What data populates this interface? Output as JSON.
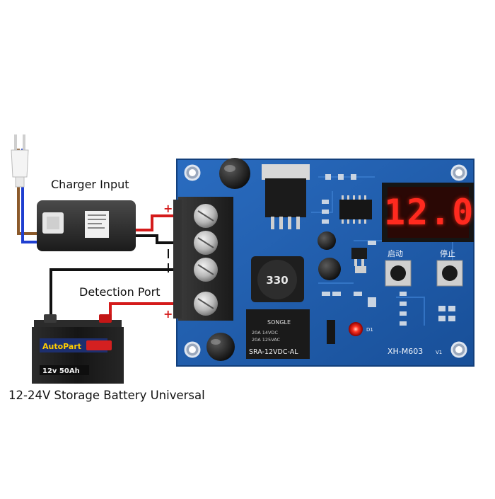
{
  "labels": {
    "charger_input": "Charger Input",
    "detection_port": "Detection Port",
    "battery": "12-24V Storage Battery Universal"
  },
  "polarity": {
    "plus_top": "+",
    "plus_bottom": "+"
  },
  "board": {
    "model": "XH-M603",
    "version": "V1",
    "display_value": "12.0",
    "btn_start": "启动",
    "btn_stop": "停止",
    "relay_brand": "SONGLE",
    "relay_model": "SRA-12VDC-AL",
    "relay_spec_1": "20A 14VDC",
    "relay_spec_2": "20A 125VAC",
    "inductor_value": "330",
    "led_label": "D1"
  },
  "battery": {
    "brand": "AutoPart",
    "spec": "12v 50Ah"
  },
  "colors": {
    "pcb": "#1f5fb0",
    "pcb_dark": "#143f7e",
    "terminal": "#2a2a2a",
    "wire_red": "#d41b1b",
    "wire_black": "#111111",
    "display_red": "#ff2a1f",
    "battery_body": "#1b1b1b"
  }
}
